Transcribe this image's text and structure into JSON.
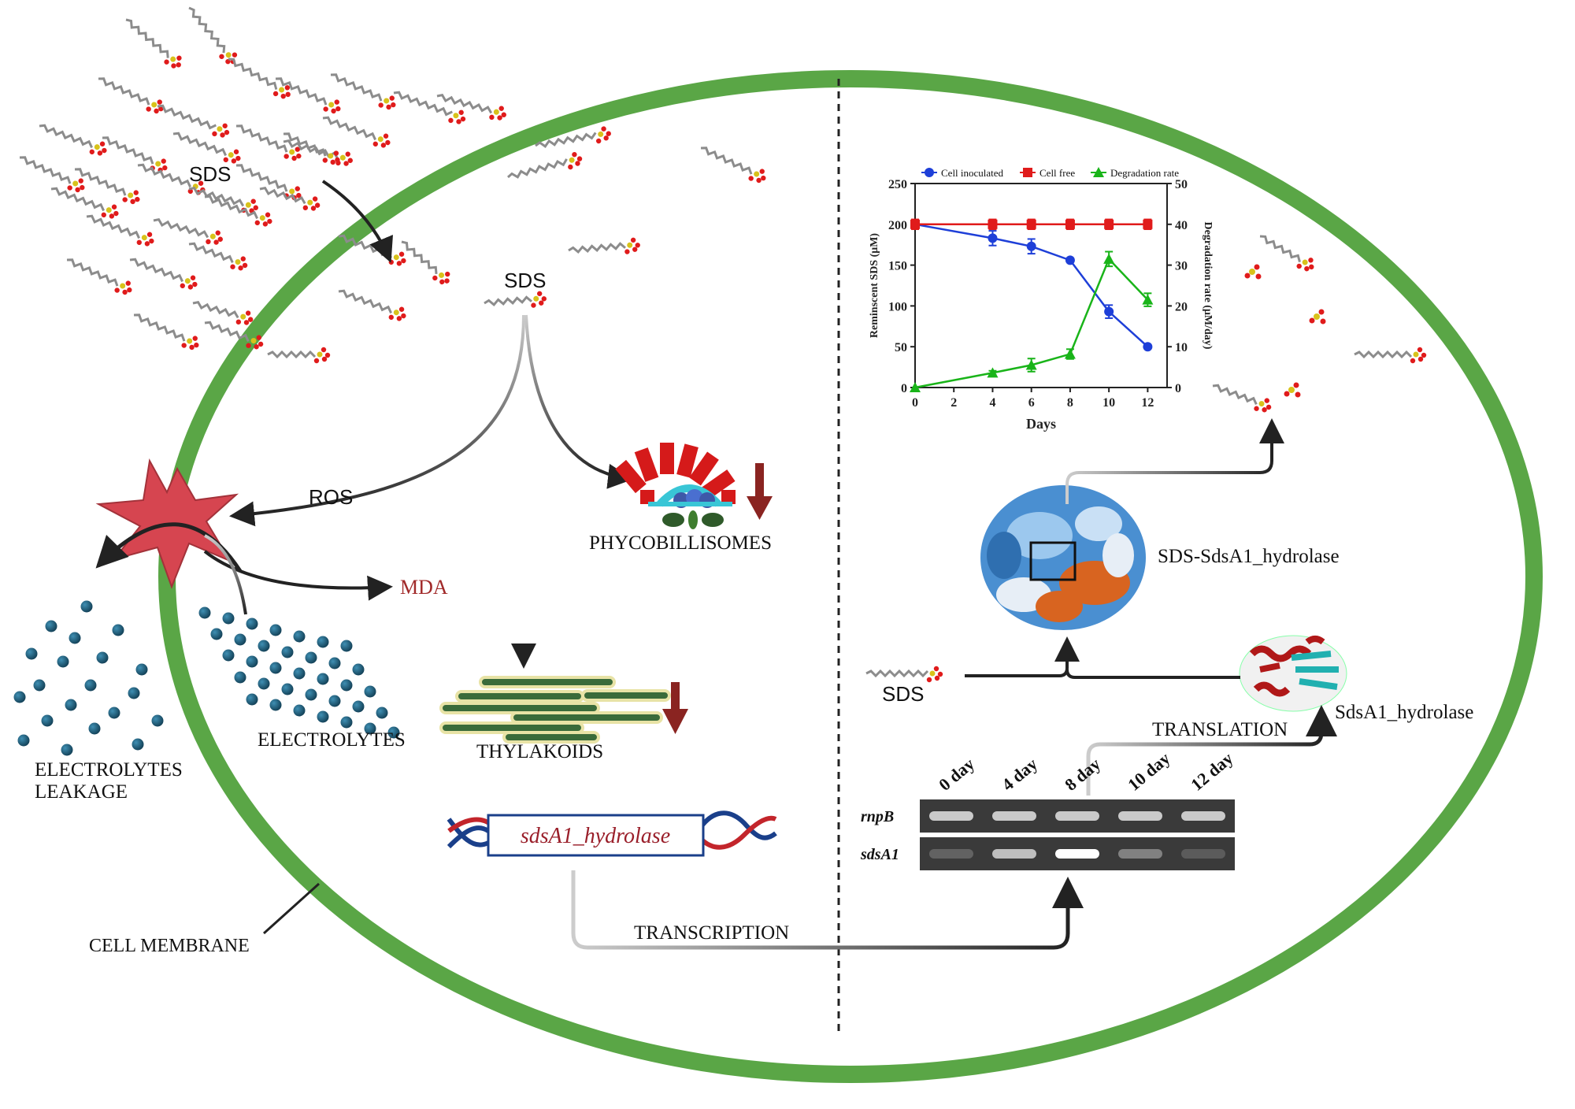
{
  "colors": {
    "membrane": "#5aa646",
    "ros_star": "#d64550",
    "electrolyte": "#1c5f7d",
    "arrow_down": "#8a2421",
    "mda_text": "#a12a2a",
    "gene_text": "#9a1f2a",
    "cell_inoculated": "#1e3fd8",
    "cell_free": "#e01b1b",
    "degradation_rate": "#19b419",
    "thylakoid_fill": "#3a6b3a",
    "thylakoid_border": "#e8e3a6"
  },
  "labels": {
    "sds_outside": "SDS",
    "sds_inside": "SDS",
    "sds_right": "SDS",
    "ros": "ROS",
    "mda": "MDA",
    "electrolytes": "ELECTROLYTES",
    "electrolytes_leakage_1": "ELECTROLYTES",
    "electrolytes_leakage_2": "LEAKAGE",
    "phycobilisomes": "PHYCOBILLISOMES",
    "thylakoids": "THYLAKOIDS",
    "gene": "sdsA1_hydrolase",
    "transcription": "TRANSCRIPTION",
    "translation": "TRANSLATION",
    "complex": "SDS-SdsA1_hydrolase",
    "enzyme": "SdsA1_hydrolase",
    "cell_membrane": "CELL MEMBRANE"
  },
  "gel": {
    "lanes": [
      "0 day",
      "4 day",
      "8 day",
      "10 day",
      "12 day"
    ],
    "rows": [
      {
        "name": "rnpB",
        "intensity": [
          0.8,
          0.8,
          0.8,
          0.8,
          0.8
        ]
      },
      {
        "name": "sdsA1",
        "intensity": [
          0.25,
          0.75,
          1.0,
          0.45,
          0.2
        ]
      }
    ]
  },
  "icons": [
    "sds-molecule-icon",
    "ros-burst-icon",
    "electrolyte-dot-icon",
    "phycobilisome-icon",
    "thylakoid-icon",
    "dna-helix-icon",
    "protein-structure-icon",
    "enzyme-ribbon-icon",
    "down-arrow-icon"
  ],
  "chart_data": {
    "type": "line",
    "x": [
      0,
      4,
      6,
      8,
      10,
      12
    ],
    "xlabel": "Days",
    "ylabel": "Reminscent SDS (μM)",
    "y2label": "Degradation rate (μM/day)",
    "ylim": [
      0,
      250
    ],
    "y2lim": [
      0,
      50
    ],
    "xlim": [
      0,
      13
    ],
    "xticks": [
      0,
      2,
      4,
      6,
      8,
      10,
      12
    ],
    "yticks": [
      0,
      50,
      100,
      150,
      200,
      250
    ],
    "y2ticks": [
      0,
      10,
      20,
      30,
      40,
      50
    ],
    "legend_position": "top",
    "series": [
      {
        "name": "Cell inoculated",
        "axis": "left",
        "marker": "circle",
        "values": [
          200,
          183,
          173,
          156,
          93,
          50
        ],
        "errors": [
          0,
          9,
          9,
          0,
          8,
          0
        ]
      },
      {
        "name": "Cell free",
        "axis": "left",
        "marker": "square",
        "values": [
          200,
          200,
          200,
          200,
          200,
          200
        ],
        "errors": [
          6,
          6,
          6,
          6,
          6,
          6
        ]
      },
      {
        "name": "Degradation rate",
        "axis": "right",
        "marker": "triangle",
        "values": [
          0,
          3.6,
          5.5,
          8.2,
          31.5,
          21.5
        ],
        "errors": [
          0,
          0.5,
          1.6,
          1.2,
          1.8,
          1.6
        ]
      }
    ]
  }
}
